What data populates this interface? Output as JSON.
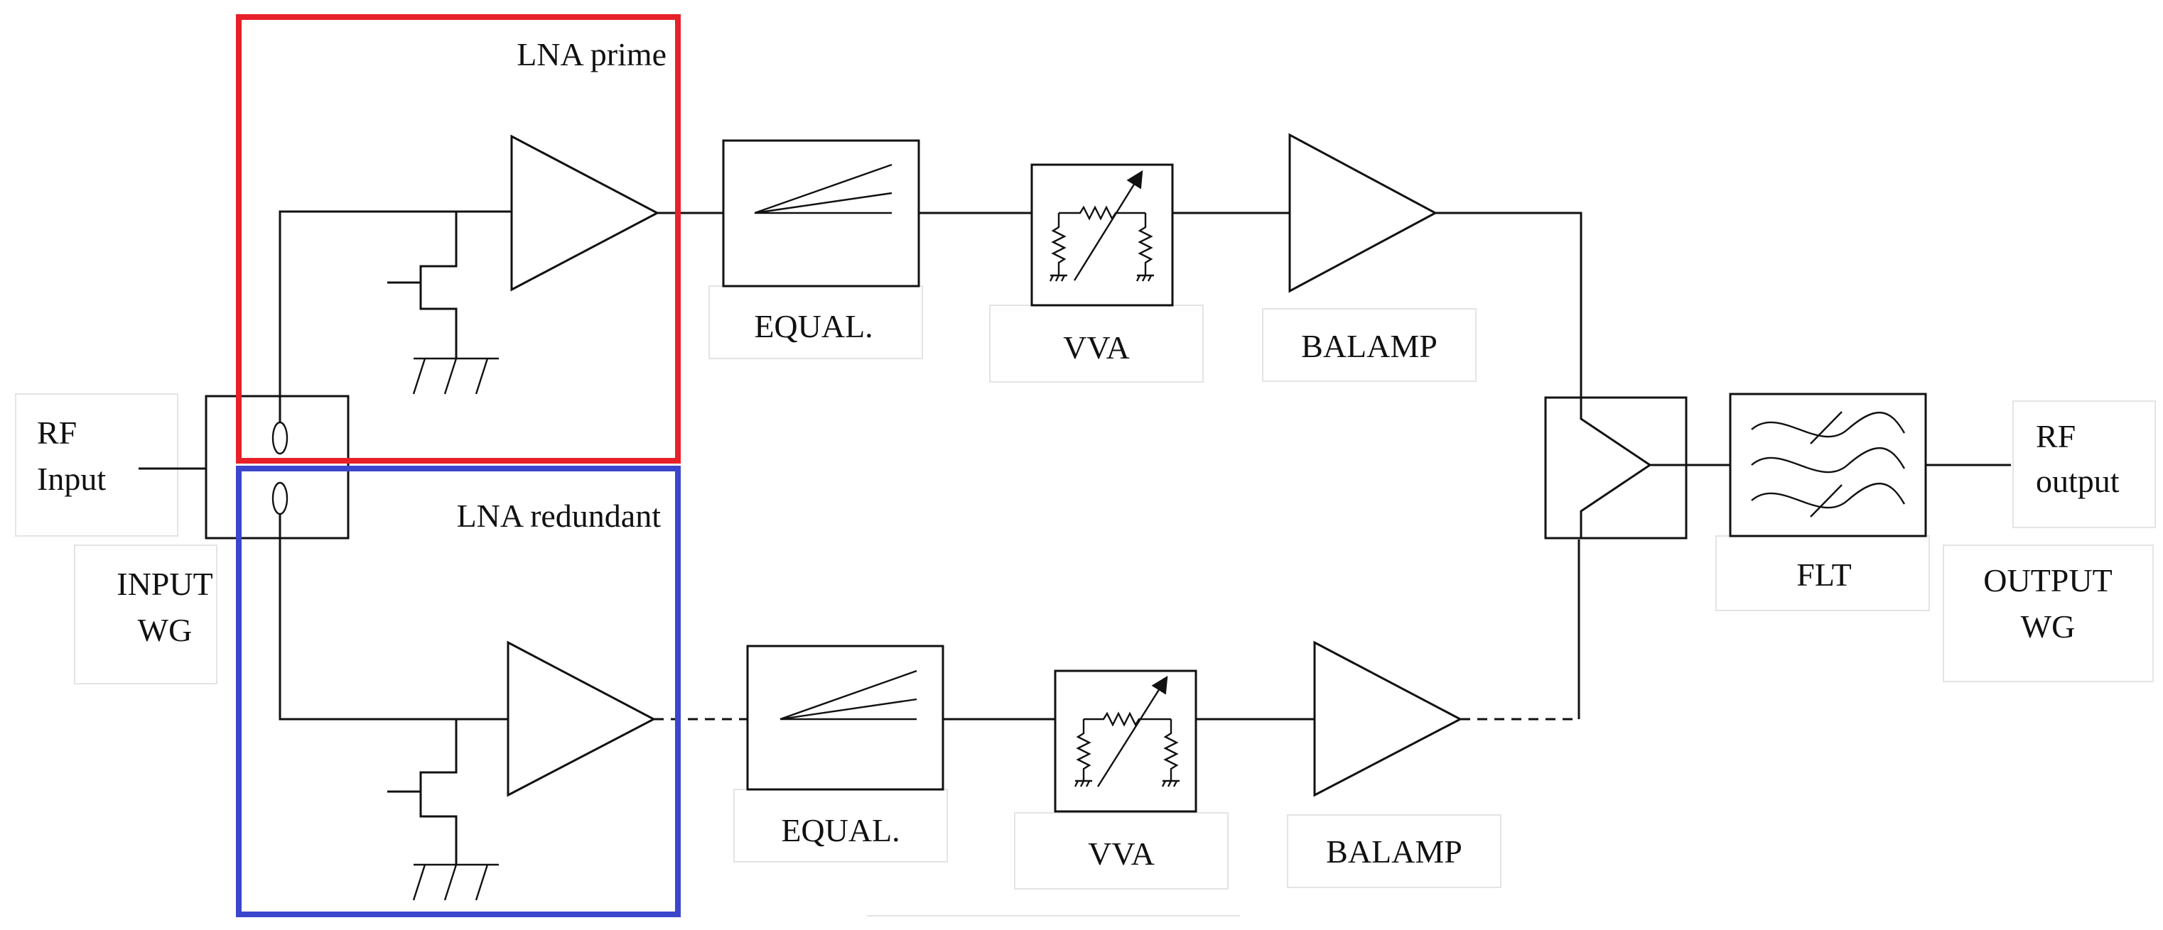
{
  "diagram": {
    "input_label_line1": "RF",
    "input_label_line2": "Input",
    "input_wg_line1": "INPUT",
    "input_wg_line2": "WG",
    "prime_label": "LNA prime",
    "redundant_label": "LNA redundant",
    "equalizer_label": "EQUAL.",
    "vva_label": "VVA",
    "balamp_label": "BALAMP",
    "filter_label": "FLT",
    "output_label_line1": "RF",
    "output_label_line2": "output",
    "output_wg_line1": "OUTPUT",
    "output_wg_line2": "WG",
    "colors": {
      "prime_box": "#e8202a",
      "redundant_box": "#3b46cc",
      "line": "#111111"
    }
  }
}
